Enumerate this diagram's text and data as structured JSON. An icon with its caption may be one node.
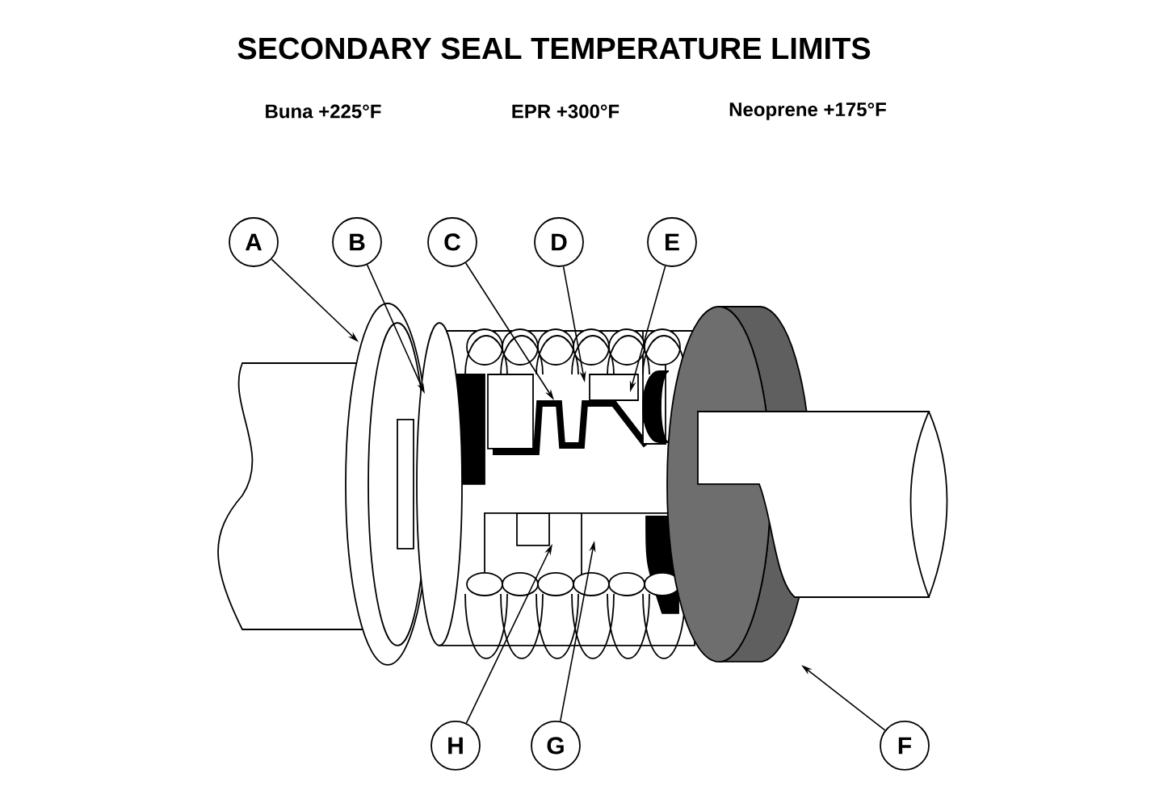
{
  "diagram": {
    "title": "SECONDARY SEAL TEMPERATURE LIMITS",
    "nodes": [
      {
        "text": [
          "A"
        ]
      },
      {
        "text": [
          "B"
        ]
      },
      {
        "text": [
          "C"
        ]
      },
      {
        "text": [
          "D"
        ]
      },
      {
        "text": [
          "E"
        ]
      },
      {
        "text": [
          "H"
        ]
      },
      {
        "text": [
          "G"
        ]
      },
      {
        "text": [
          "F"
        ]
      }
    ],
    "edges": [
      {
        "from": 0,
        "to": null,
        "arrow": "to"
      },
      {
        "from": 1,
        "to": null,
        "arrow": "to"
      },
      {
        "from": 2,
        "to": null,
        "arrow": "to"
      },
      {
        "from": 3,
        "to": null,
        "arrow": "to"
      },
      {
        "from": 4,
        "to": null,
        "arrow": "to"
      },
      {
        "from": 5,
        "to": null,
        "arrow": "to"
      },
      {
        "from": 6,
        "to": null,
        "arrow": "to"
      },
      {
        "from": 7,
        "to": null,
        "arrow": "to"
      }
    ],
    "labels": [
      "Buna +225°F",
      "EPR +300°F",
      "Neoprene +175°F"
    ]
  }
}
